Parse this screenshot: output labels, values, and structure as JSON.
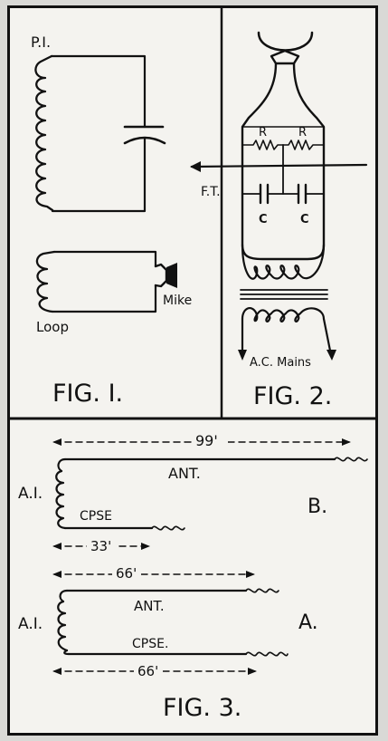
{
  "fig1": {
    "coil_label": "P.I.",
    "loop_label": "Loop",
    "mike_label": "Mike",
    "caption": "FIG. I."
  },
  "fig2": {
    "resistor_left": "R",
    "resistor_right": "R",
    "capacitor_left": "C",
    "capacitor_right": "C",
    "ft_label": "F.T.",
    "mains_label": "A.C. Mains",
    "caption": "FIG. 2."
  },
  "fig3": {
    "length_99": "99'",
    "ant_label_b": "ANT.",
    "ai_label_b": "A.I.",
    "cpse_label_b": "CPSE",
    "length_33": "33'",
    "marker_b": "B.",
    "length_66_top": "66'",
    "ai_label_a": "A.I.",
    "ant_label_a": "ANT.",
    "cpse_label_a": "CPSE.",
    "marker_a": "A.",
    "length_66_bottom": "66'",
    "caption": "FIG. 3."
  }
}
